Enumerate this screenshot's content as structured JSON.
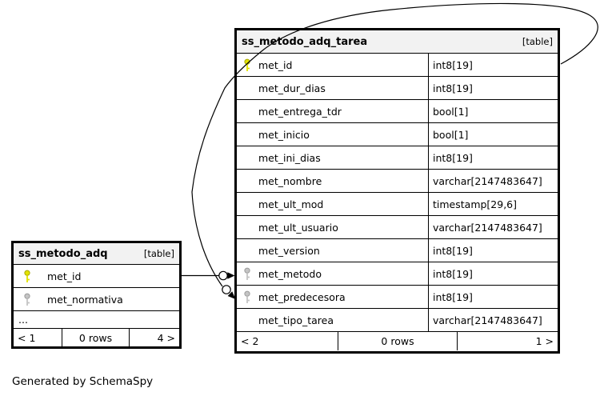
{
  "page": {
    "credit": "Generated by SchemaSpy"
  },
  "colors": {
    "background": "#ffffff",
    "table_border": "#000000",
    "header_bg": "#f2f2f2",
    "primary_key_icon": "#e3e300",
    "foreign_key_icon": "#c4c4c4"
  },
  "tables": [
    {
      "name": "ss_metodo_adq_tarea",
      "badge": "[table]",
      "columns": [
        {
          "name": "met_id",
          "type": "int8[19]",
          "key": "primary"
        },
        {
          "name": "met_dur_dias",
          "type": "int8[19]",
          "key": "none"
        },
        {
          "name": "met_entrega_tdr",
          "type": "bool[1]",
          "key": "none"
        },
        {
          "name": "met_inicio",
          "type": "bool[1]",
          "key": "none"
        },
        {
          "name": "met_ini_dias",
          "type": "int8[19]",
          "key": "none"
        },
        {
          "name": "met_nombre",
          "type": "varchar[2147483647]",
          "key": "none"
        },
        {
          "name": "met_ult_mod",
          "type": "timestamp[29,6]",
          "key": "none"
        },
        {
          "name": "met_ult_usuario",
          "type": "varchar[2147483647]",
          "key": "none"
        },
        {
          "name": "met_version",
          "type": "int8[19]",
          "key": "none"
        },
        {
          "name": "met_metodo",
          "type": "int8[19]",
          "key": "foreign"
        },
        {
          "name": "met_predecesora",
          "type": "int8[19]",
          "key": "foreign"
        },
        {
          "name": "met_tipo_tarea",
          "type": "varchar[2147483647]",
          "key": "none"
        }
      ],
      "footer": {
        "parents": "< 2",
        "rows": "0 rows",
        "children": "1 >"
      }
    },
    {
      "name": "ss_metodo_adq",
      "badge": "[table]",
      "columns": [
        {
          "name": "met_id",
          "key": "primary"
        },
        {
          "name": "met_normativa",
          "key": "foreign"
        }
      ],
      "ellipsis": "...",
      "footer": {
        "parents": "< 1",
        "rows": "0 rows",
        "children": "4 >"
      }
    }
  ],
  "relationships": [
    {
      "from": "ss_metodo_adq.met_id",
      "to": "ss_metodo_adq_tarea.met_metodo"
    },
    {
      "from": "ss_metodo_adq_tarea.met_id",
      "to": "ss_metodo_adq_tarea.met_predecesora"
    }
  ]
}
